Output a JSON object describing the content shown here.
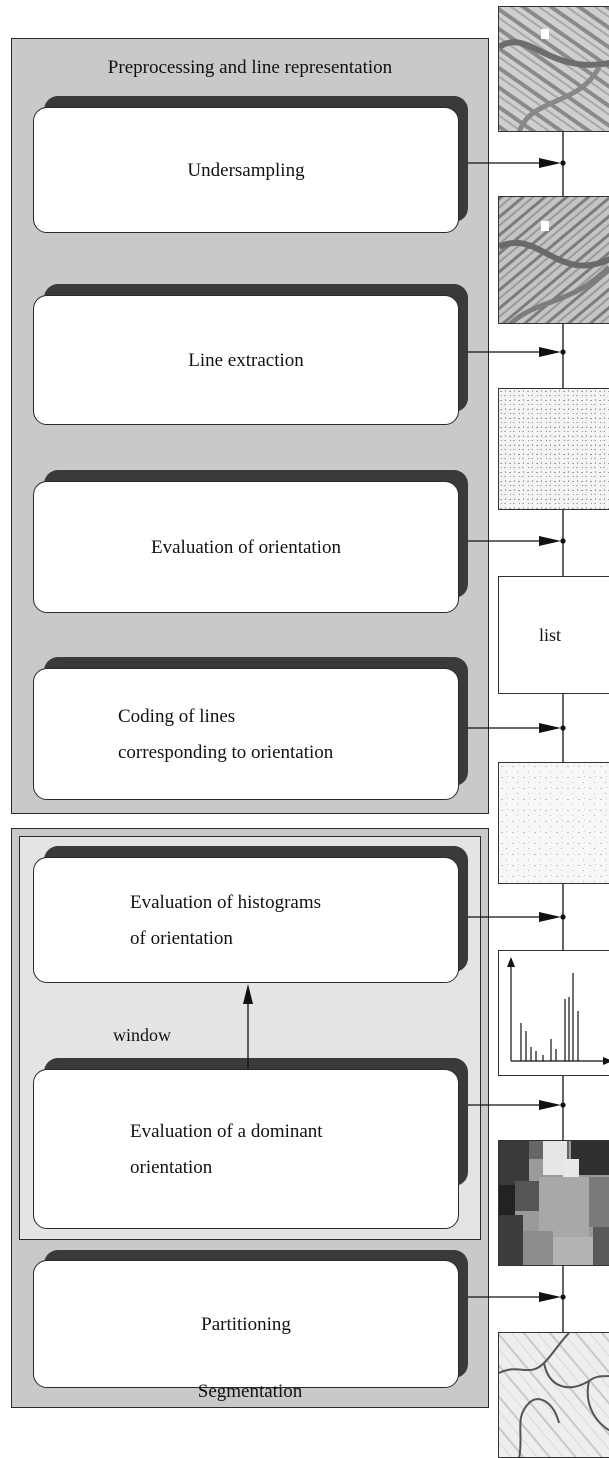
{
  "groups": {
    "preprocessing_title": "Preprocessing and line representation",
    "segmentation_title": "Segmentation"
  },
  "steps": {
    "undersampling": [
      "Undersampling"
    ],
    "line_extraction": [
      "Line extraction"
    ],
    "orientation_eval": [
      "Evaluation of orientation"
    ],
    "coding": [
      "Coding of lines",
      "corresponding to orientation"
    ],
    "histograms": [
      "Evaluation of histograms",
      "of orientation"
    ],
    "dominant": [
      "Evaluation of a dominant",
      "orientation"
    ],
    "partitioning": [
      "Partitioning"
    ]
  },
  "labels": {
    "window": "window",
    "list": "list"
  }
}
